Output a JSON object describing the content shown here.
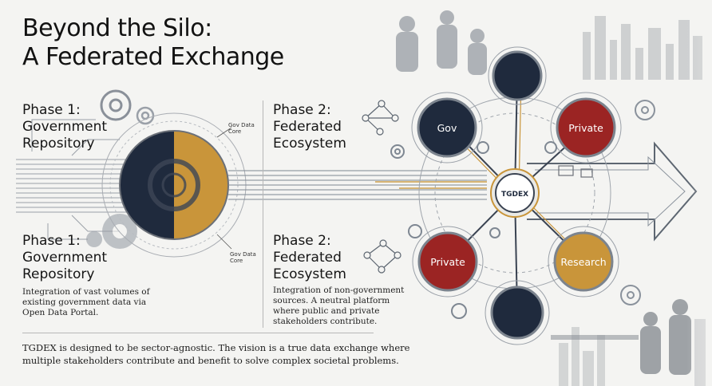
{
  "title": {
    "line1": "Beyond the Silo:",
    "line2": "A Federated Exchange"
  },
  "phase1_header": {
    "line1": "Phase 1:",
    "line2": "Government",
    "line3": "Repository"
  },
  "phase2_header": {
    "line1": "Phase 2:",
    "line2": "Federated",
    "line3": "Ecosystem"
  },
  "phase1_detail": {
    "line1": "Phase 1:",
    "line2": "Government",
    "line3": "Repository",
    "desc1": "Integration of vast volumes of",
    "desc2": "existing government data via",
    "desc3": "Open Data Portal."
  },
  "phase2_detail": {
    "line1": "Phase 2:",
    "line2": "Federated",
    "line3": "Ecosystem",
    "desc1": "Integration of non-government",
    "desc2": "sources. A neutral platform",
    "desc3": "where public and private",
    "desc4": "stakeholders contribute."
  },
  "gov_core_label_top": {
    "line1": "Gov Data",
    "line2": "Core"
  },
  "gov_core_label_bottom": {
    "line1": "Gov Data",
    "line2": "Core"
  },
  "hub": {
    "label": "TGDEX"
  },
  "nodes": {
    "gov": "Gov",
    "private_top": "Private",
    "private_bottom": "Private",
    "research": "Research"
  },
  "footer": {
    "line1": "TGDEX is designed to be sector-agnostic. The vision is a true data exchange where",
    "line2": "multiple stakeholders contribute and benefit to solve complex societal problems."
  },
  "colors": {
    "navy": "#1f2a3d",
    "gold": "#c9953a",
    "red": "#9b2423",
    "background": "#f4f4f2"
  }
}
